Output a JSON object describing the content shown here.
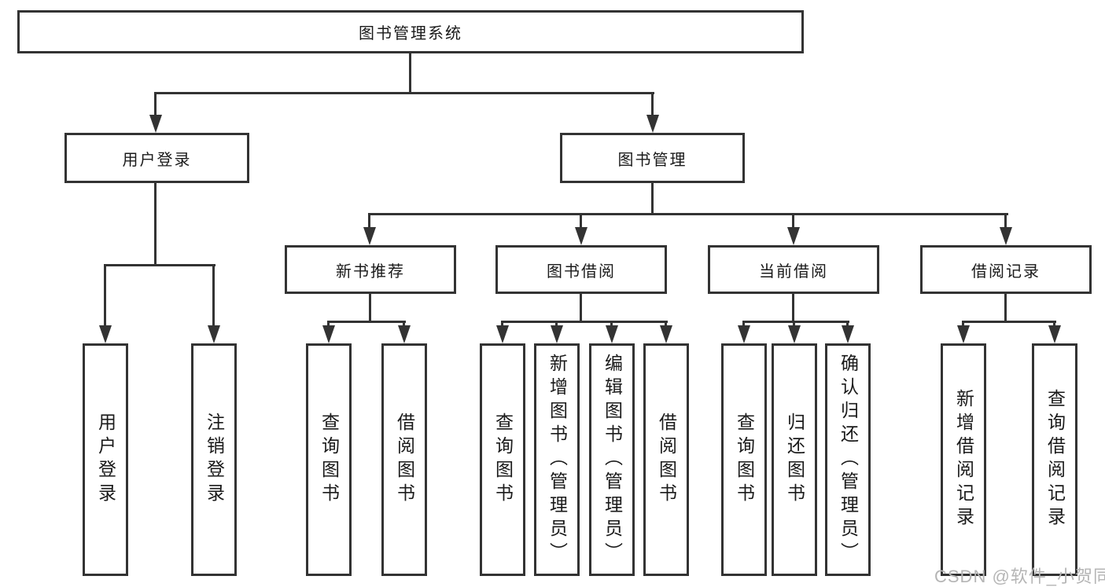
{
  "diagram": {
    "title": "图书管理系统",
    "watermark": "CSDN @软件_小贺同学",
    "colors": {
      "line": "#333333",
      "text": "#1a1a1a",
      "watermark": "#b5b5b5",
      "background": "#ffffff"
    },
    "root": {
      "label": "图书管理系统"
    },
    "level2": [
      {
        "label": "用户登录"
      },
      {
        "label": "图书管理"
      }
    ],
    "level3": [
      {
        "label": "新书推荐"
      },
      {
        "label": "图书借阅"
      },
      {
        "label": "当前借阅"
      },
      {
        "label": "借阅记录"
      }
    ],
    "leaves": {
      "user_login": [
        {
          "label": "用户登录"
        },
        {
          "label": "注销登录"
        }
      ],
      "new_book_recommendation": [
        {
          "label": "查询图书"
        },
        {
          "label": "借阅图书"
        }
      ],
      "book_borrowing": [
        {
          "label": "查询图书"
        },
        {
          "label": "新增图书（管理员）"
        },
        {
          "label": "编辑图书（管理员）"
        },
        {
          "label": "借阅图书"
        }
      ],
      "current_borrowing": [
        {
          "label": "查询图书"
        },
        {
          "label": "归还图书"
        },
        {
          "label": "确认归还（管理员）"
        }
      ],
      "borrowing_records": [
        {
          "label": "新增借阅记录"
        },
        {
          "label": "查询借阅记录"
        }
      ]
    }
  }
}
